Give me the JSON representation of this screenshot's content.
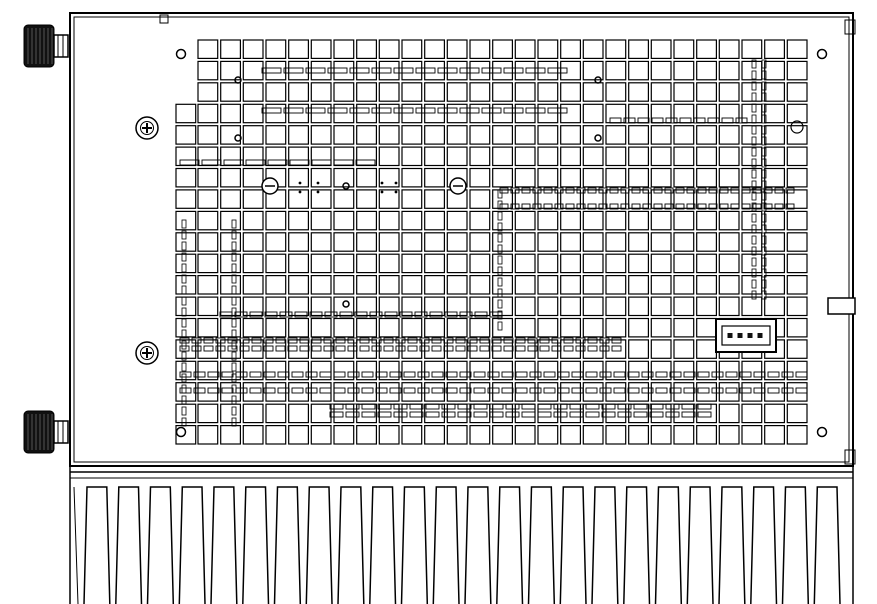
{
  "drawing": {
    "line_color": "#000000",
    "background_color": "#ffffff",
    "connector_color": "#111111"
  },
  "components": {
    "terminals": [
      "knurled-terminal-knob",
      "knurled-terminal-knob"
    ],
    "mounting_screws": [
      "phillips-screw",
      "phillips-screw"
    ],
    "connector": "pin-header-connector",
    "heatsink": "finned-heatsink"
  },
  "vent_grid": {
    "columns": 27,
    "rows": 19
  },
  "heatsink": {
    "fin_count": 24
  }
}
